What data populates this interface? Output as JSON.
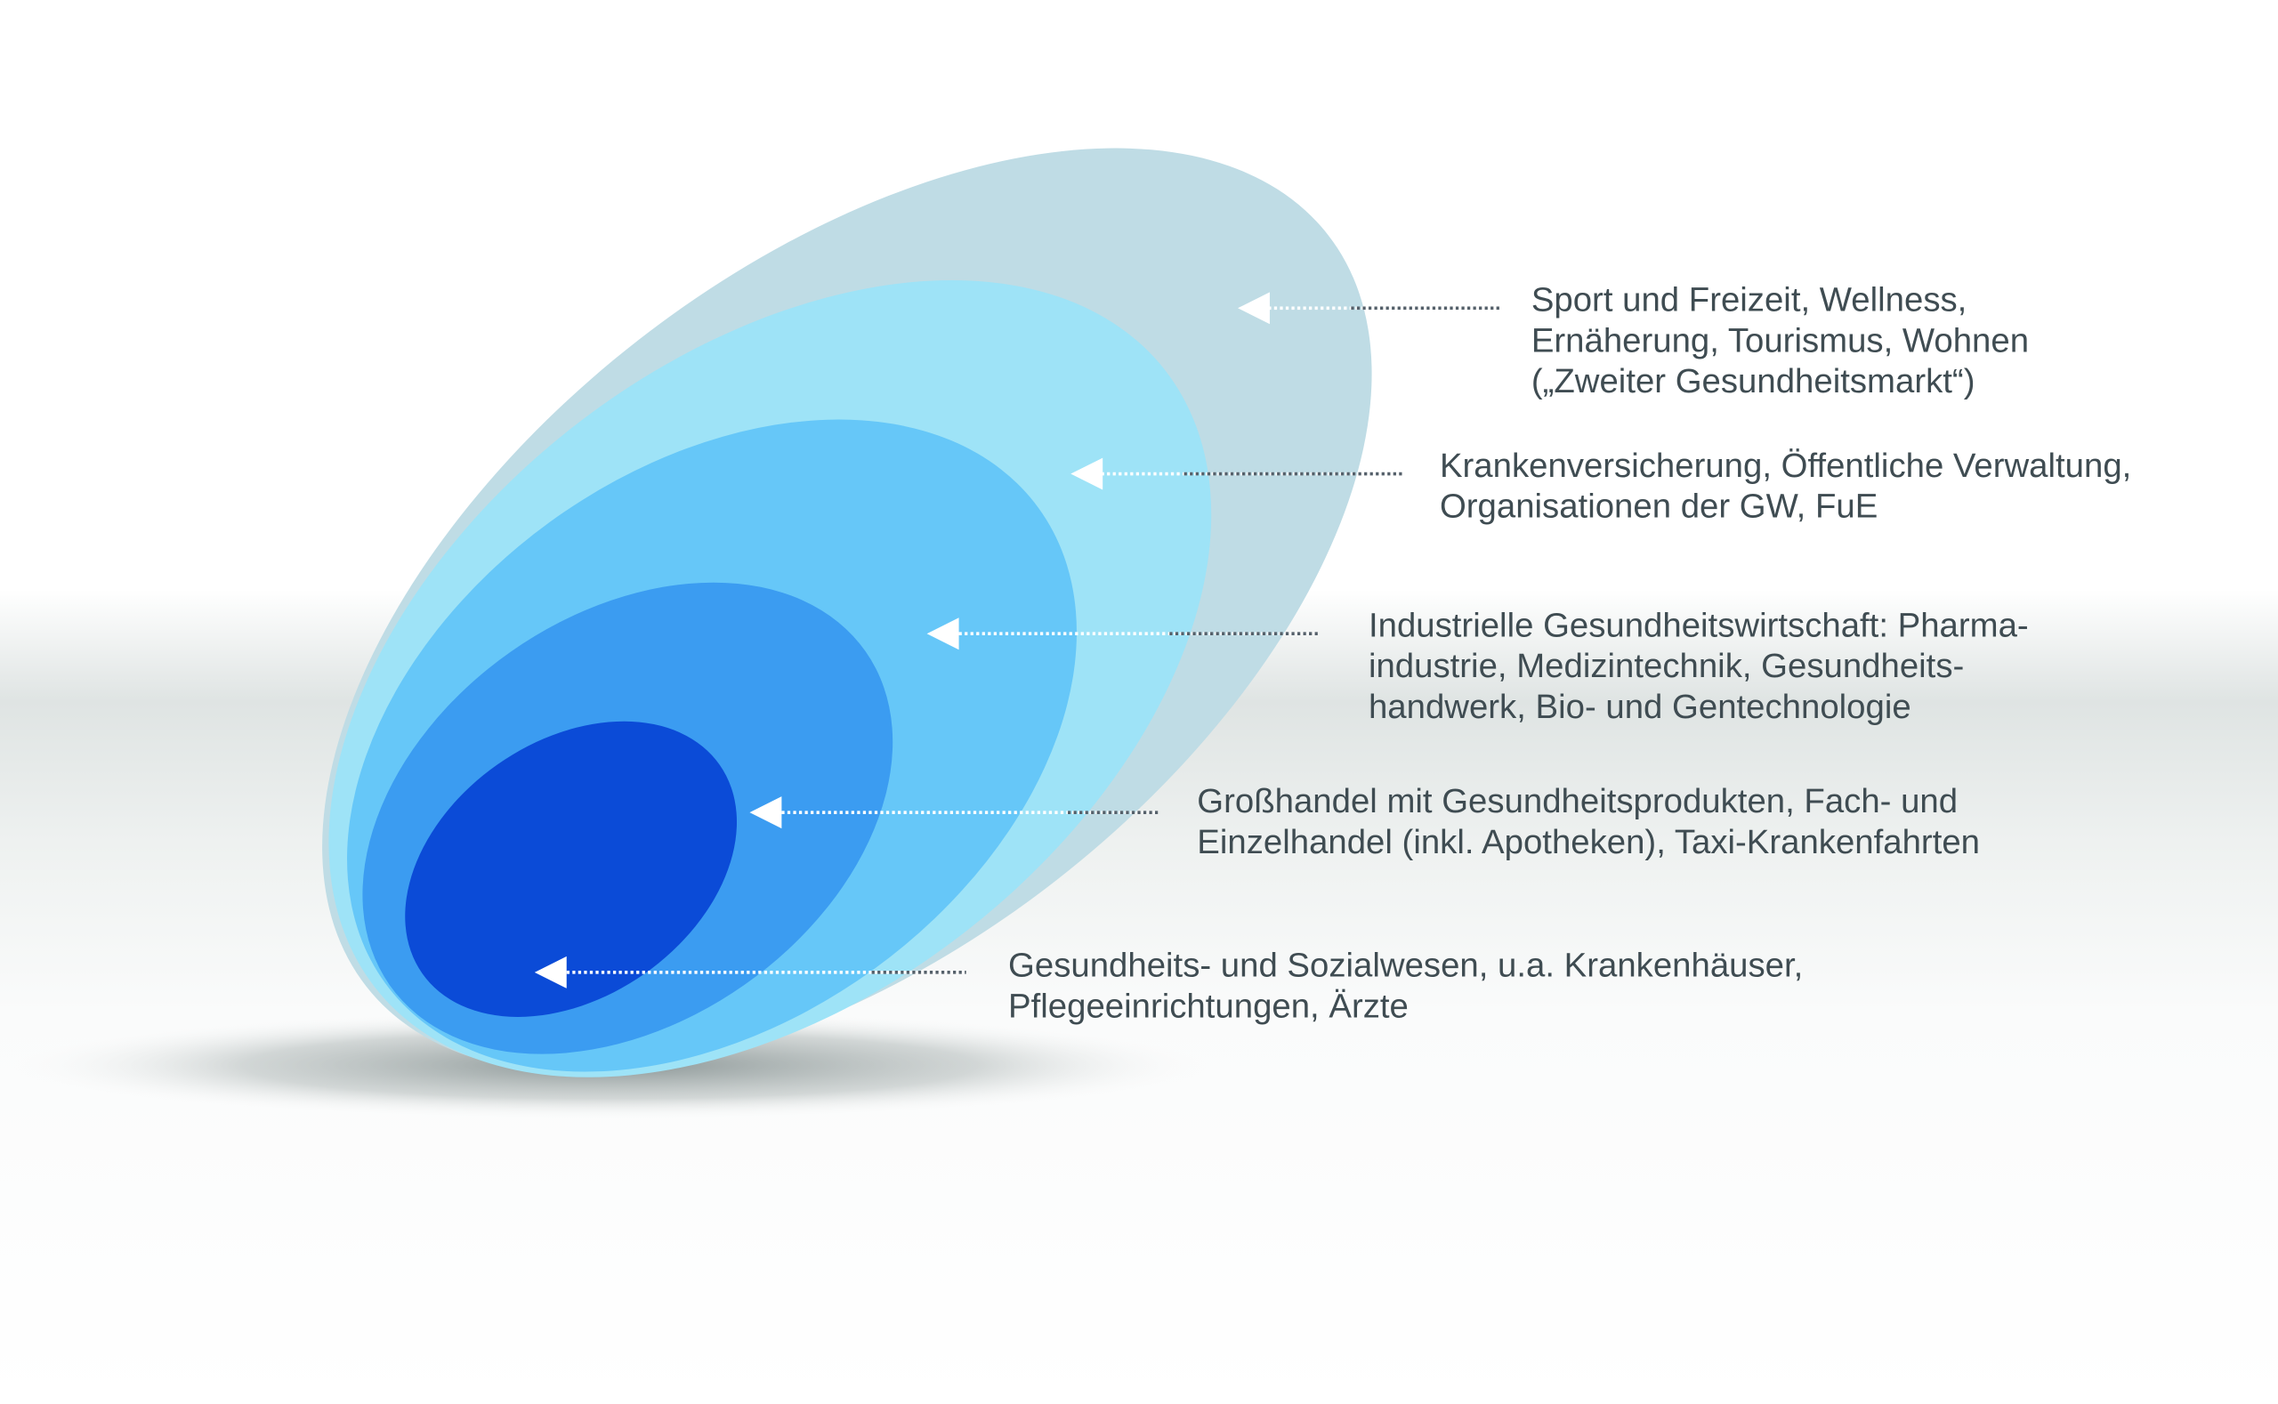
{
  "colors": {
    "ring1": "#bfdce5",
    "ring2": "#9ee3f7",
    "ring3": "#66c7f8",
    "ring4": "#3b9cf1",
    "ring5": "#0b4bd7",
    "text": "#3f4c52"
  },
  "layers": [
    {
      "lines": [
        "Sport und Freizeit, Wellness,",
        "Ernäherung, Tourismus, Wohnen",
        "(„Zweiter Gesundheitsmarkt“)"
      ]
    },
    {
      "lines": [
        "Krankenversicherung, Öffentliche Verwaltung,",
        "Organisationen der GW, FuE"
      ]
    },
    {
      "lines": [
        "Industrielle Gesundheitswirtschaft: Pharma-",
        "industrie, Medizintechnik, Gesundheits-",
        "handwerk, Bio- und Gentechnologie"
      ]
    },
    {
      "lines": [
        "Großhandel mit Gesundheitsprodukten, Fach- und",
        "Einzelhandel (inkl. Apotheken), Taxi-Krankenfahrten"
      ]
    },
    {
      "lines": [
        "Gesundheits- und Sozialwesen, u.a. Krankenhäuser,",
        "Pflegeeinrichtungen, Ärzte"
      ]
    }
  ]
}
